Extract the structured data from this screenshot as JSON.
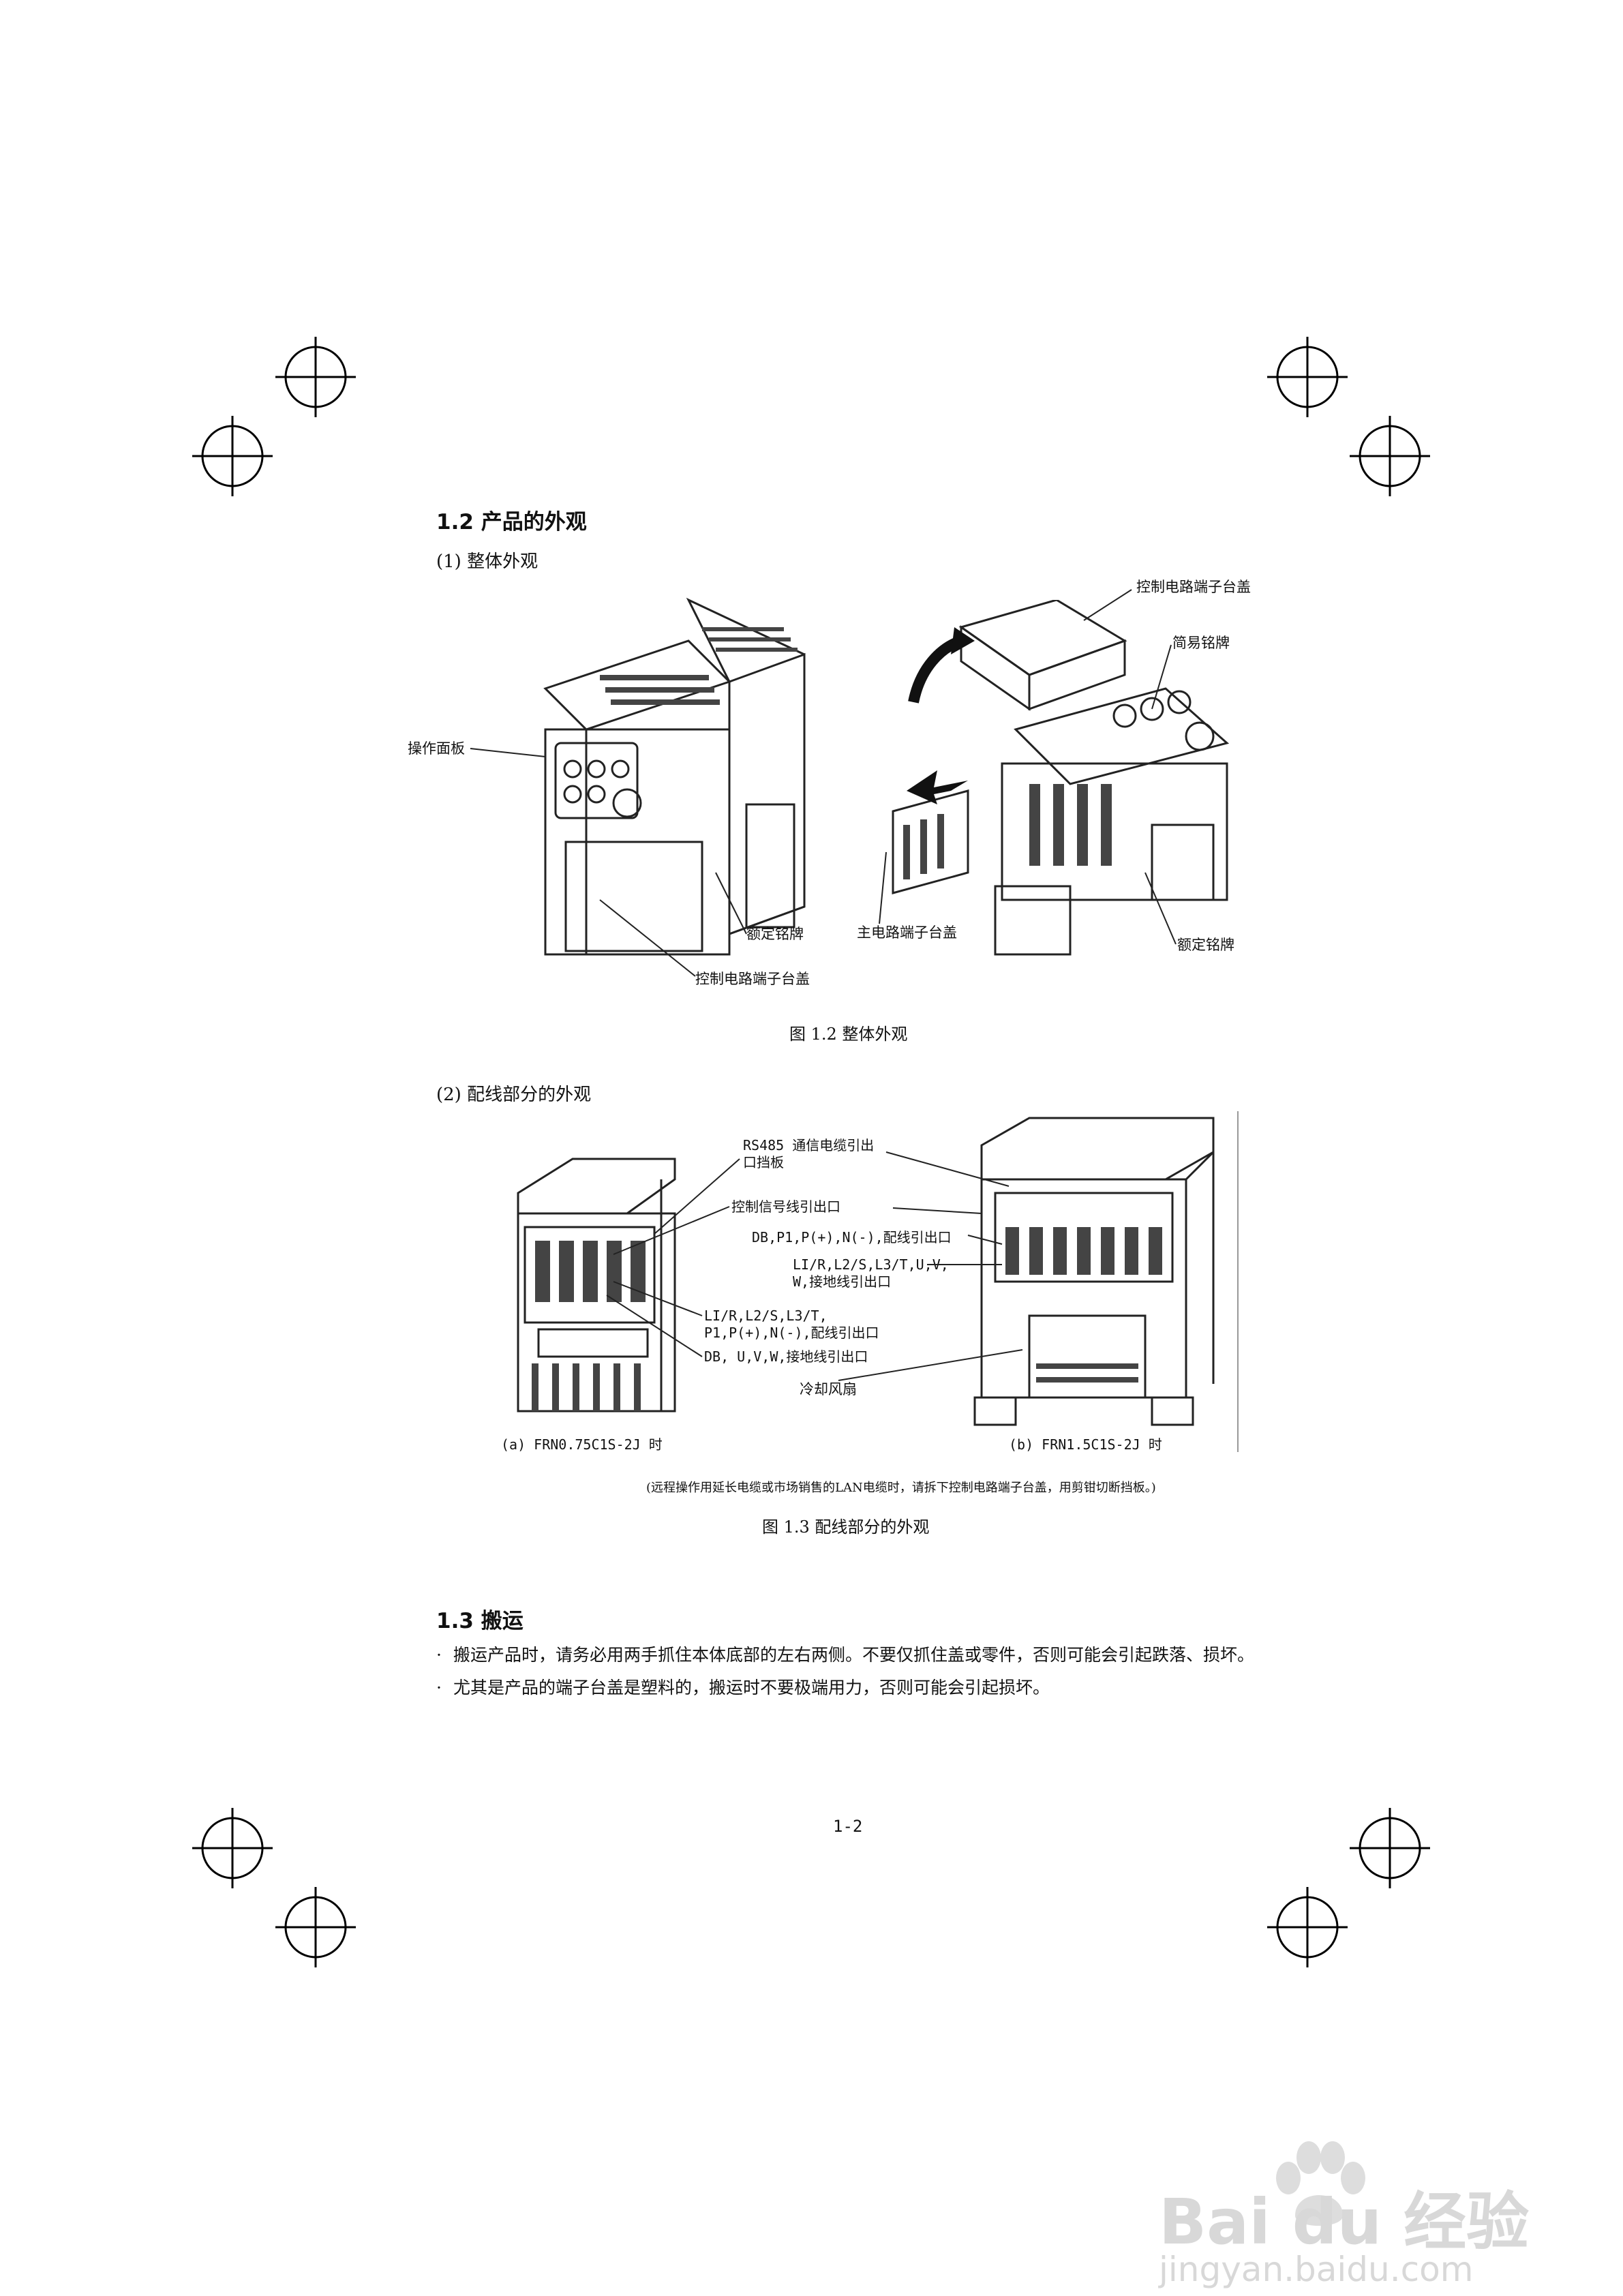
{
  "section_12": {
    "title": "1.2 产品的外观",
    "sub1": "(1)  整体外观",
    "fig12_labels": {
      "control_cover_top": "控制电路端子台盖",
      "simple_nameplate": "简易铭牌",
      "operation_panel": "操作面板",
      "rated_nameplate_left": "额定铭牌",
      "main_circuit_cover": "主电路端子台盖",
      "rated_nameplate_right": "额定铭牌",
      "control_cover_bottom": "控制电路端子台盖"
    },
    "fig12_caption": "图 1.2  整体外观",
    "sub2": "(2)  配线部分的外观",
    "fig13_labels": {
      "rs485_line1": "RS485 通信电缆引出",
      "rs485_line2": "口挡板",
      "control_signal_outlet": "控制信号线引出口",
      "db_p1_outlet": "DB,P1,P(+),N(-),配线引出口",
      "l1_line1": "LI/R,L2/S,L3/T,U,V,",
      "l1_line2": "W,接地线引出口",
      "left_l1_line1": "LI/R,L2/S,L3/T,",
      "left_l1_line2": "P1,P(+),N(-),配线引出口",
      "left_db_outlet": "DB, U,V,W,接地线引出口",
      "cooling_fan": "冷却风扇",
      "model_a": "(a)  FRN0.75C1S-2J 时",
      "model_b": "(b)  FRN1.5C1S-2J 时"
    },
    "fig13_note": "(远程操作用延长电缆或市场销售的LAN电缆时，请拆下控制电路端子台盖，用剪钳切断挡板。)",
    "fig13_caption": "图 1.3  配线部分的外观"
  },
  "section_13": {
    "title": "1.3 搬运",
    "bullets": [
      "搬运产品时，请务必用两手抓住本体底部的左右两侧。不要仅抓住盖或零件，否则可能会引起跌落、损坏。",
      "尤其是产品的端子台盖是塑料的，搬运时不要极端用力，否则可能会引起损坏。"
    ]
  },
  "page_number": "1-2",
  "watermark": {
    "brand": "Bai du 经验",
    "url": "jingyan.baidu.com"
  }
}
